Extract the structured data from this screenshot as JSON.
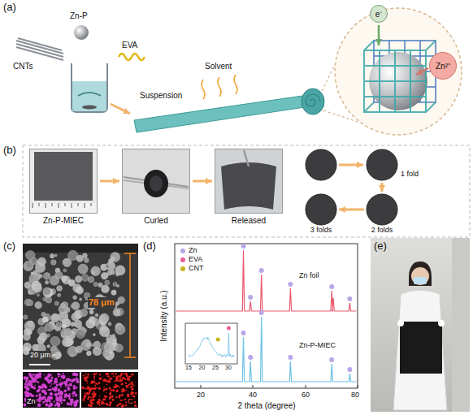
{
  "diagram": {
    "nodes": [
      {
        "text": [
          "e⁻"
        ]
      },
      {
        "text": [
          "Zn²⁺"
        ]
      },
      {
        "text": [
          "Zn-P-MIEC"
        ]
      },
      {
        "text": [
          "Curled"
        ]
      },
      {
        "text": [
          "Released"
        ]
      },
      {
        "text": [
          "1 fold"
        ]
      },
      {
        "text": [
          "2 folds"
        ]
      },
      {
        "text": [
          "3 folds"
        ]
      }
    ],
    "edges": [
      {
        "from": 2,
        "to": 3,
        "arrow": "to"
      },
      {
        "from": 3,
        "to": 4,
        "arrow": "to"
      },
      {
        "from": 5,
        "to": 6,
        "arrow": "to"
      },
      {
        "from": 6,
        "to": 7,
        "arrow": "to"
      }
    ],
    "labels": [
      "(a)",
      "Zn-P",
      "CNTs",
      "EVA",
      "Suspension",
      "Solvent",
      "(b)",
      "(c)",
      "78 μm",
      "20 μm",
      "Zn",
      "C",
      "(d)",
      "Intensity (a.u.)",
      "2 theta (degree)",
      "20",
      "40",
      "60",
      "80",
      "Zn foil",
      "Zn-P-MIEC",
      "15",
      "20",
      "25",
      "30",
      "(e)"
    ],
    "legend": [
      {
        "text": "Zn",
        "color": "#b8a6e6"
      },
      {
        "text": "EVA",
        "color": "#e8609a"
      },
      {
        "text": "CNT",
        "color": "#c9b51e"
      }
    ]
  }
}
